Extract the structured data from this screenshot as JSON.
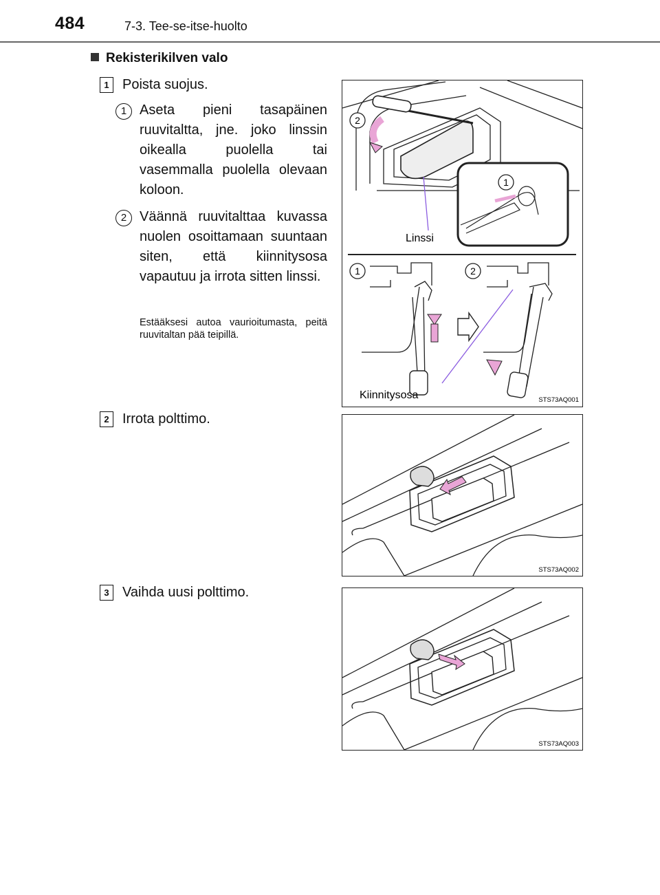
{
  "header": {
    "page_number": "484",
    "section": "7-3. Tee-se-itse-huolto"
  },
  "heading": "Rekisterikilven valo",
  "steps": [
    {
      "badge": "1",
      "text": "Poista suojus.",
      "substeps": [
        {
          "num": "1",
          "text": "Aseta pieni tasapäinen ruuvitaltta, jne. joko linssin oikealla puolella tai vasemmalla puolella ole­vaan koloon."
        },
        {
          "num": "2",
          "text": "Väännä ruuvitalttaa kuvas­sa nuolen osoittamaan suuntaan siten, että kiinni­tysosa vapautuu ja irrota sitten linssi."
        }
      ],
      "note": "Estääksesi autoa vaurioitu­masta, peitä ruuvitaltan pää teipillä."
    },
    {
      "badge": "2",
      "text": "Irrota polttimo."
    },
    {
      "badge": "3",
      "text": "Vaihda uusi polttimo."
    }
  ],
  "figures": [
    {
      "code": "STS73AQ001",
      "callout_1": "1",
      "callout_2": "2",
      "label_lens": "Linssi",
      "label_clip": "Kiinnitysosa"
    },
    {
      "code": "STS73AQ002"
    },
    {
      "code": "STS73AQ003"
    }
  ],
  "colors": {
    "arrow_pink": "#e9a5d6",
    "leader_purple": "#8a5be0"
  }
}
